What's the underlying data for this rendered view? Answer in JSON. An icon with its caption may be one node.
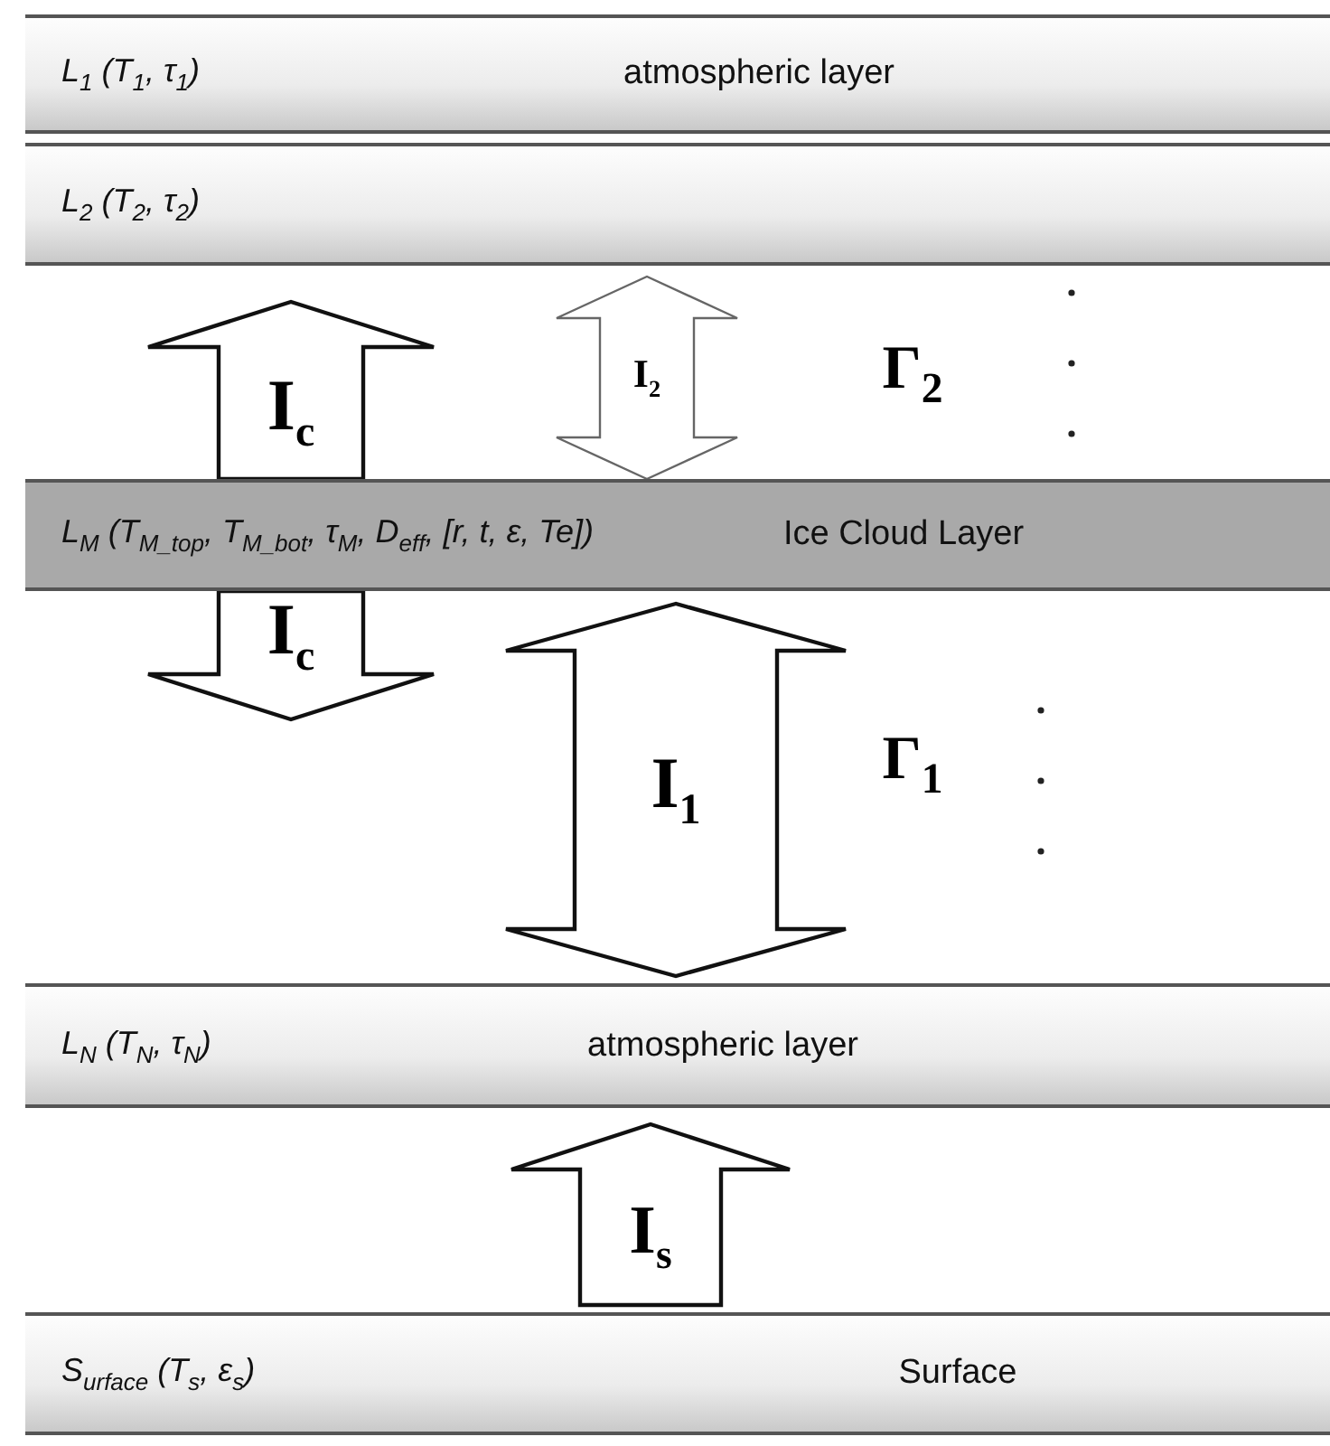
{
  "diagram": {
    "nodes": [
      {
        "text": [
          "L$_{1}$ (T$_{1}$, τ$_{1}$)",
          "atmospheric layer"
        ]
      },
      {
        "text": [
          "L$_{2}$ (T$_{2}$, τ$_{2}$)"
        ]
      },
      {
        "text": [
          "L$_{M}$ (T$_{M_top}$, T$_{M_bot}$, τ$_{M}$, D$_{eff}$, [r, t, ε, Te])",
          "Ice Cloud Layer"
        ]
      },
      {
        "text": [
          "L$_{N}$ (T$_{N}$, τ$_{N}$)",
          "atmospheric layer"
        ]
      },
      {
        "text": [
          "S$_{urface}$ (T$_{s}$, ε$_{s}$)",
          "Surface"
        ]
      }
    ],
    "edges": [
      {
        "from": 2,
        "to": 1,
        "arrow": "to",
        "label": "I$_{c}$",
        "style": "thick"
      },
      {
        "from": 2,
        "to": 1,
        "arrow": "both",
        "label": "I$_{2}$"
      },
      {
        "from": 2,
        "to": null,
        "arrow": "to",
        "label": "I$_{c}$",
        "style": "thick"
      },
      {
        "from": 2,
        "to": 3,
        "arrow": "both",
        "label": "I$_{1}$",
        "style": "thick"
      },
      {
        "from": 4,
        "to": 3,
        "arrow": "to",
        "label": "I$_{s}$",
        "style": "thick"
      }
    ],
    "labels": [
      "Γ$_{2}$",
      "Γ$_{1}$"
    ]
  }
}
